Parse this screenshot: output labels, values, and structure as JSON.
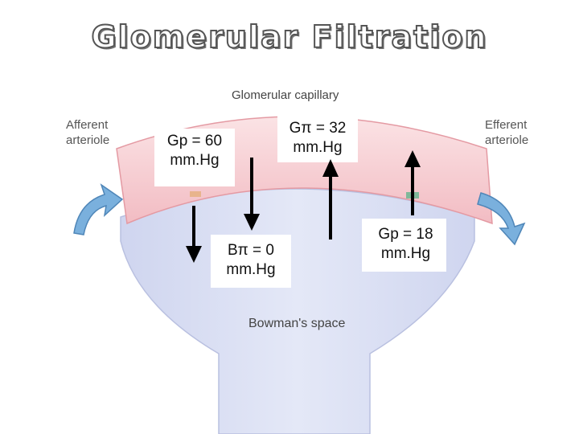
{
  "title": "Glomerular Filtration",
  "labels": {
    "capillary": "Glomerular capillary",
    "afferent": "Afferent\narteriole",
    "efferent": "Efferent\narteriole",
    "bowman": "Bowman's space"
  },
  "pressures": {
    "gp_afferent": "Gp = 60\nmm.Hg",
    "g_pi": "Gπ = 32\nmm.Hg",
    "b_pi": "Bπ = 0\nmm.Hg",
    "gp_efferent": "Gp = 18\nmm.Hg"
  },
  "colors": {
    "capillary_fill": "#f4c6cb",
    "bowman_fill": "#dfe3f3",
    "flow_arrow": "#6aa6d6",
    "pressure_arrow": "#000000"
  }
}
